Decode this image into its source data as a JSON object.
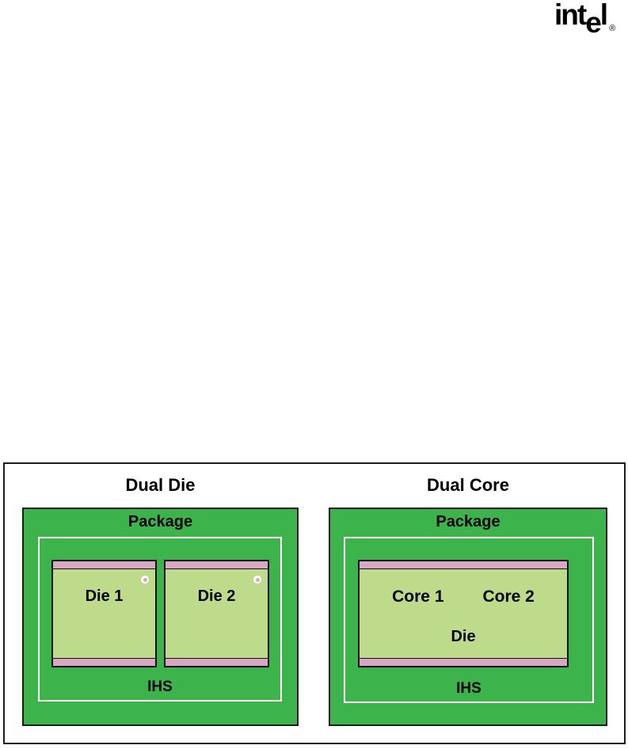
{
  "logo": {
    "part1": "int",
    "part2": "e",
    "part3": "l",
    "registered": "®"
  },
  "figure": {
    "left": {
      "title": "Dual Die",
      "package_label": "Package",
      "ihs_label": "IHS",
      "dies": [
        {
          "label": "Die 1"
        },
        {
          "label": "Die 2"
        }
      ]
    },
    "right": {
      "title": "Dual Core",
      "package_label": "Package",
      "core1_label": "Core 1",
      "core2_label": "Core 2",
      "die_label": "Die",
      "ihs_label": "IHS"
    },
    "colors": {
      "package_green": "#3CB44B",
      "die_light_green": "#BEDB8C",
      "substrate_pink": "#D9A7C3",
      "ihs_outline_white": "#FFFFFF",
      "border_black": "#1C1C1C"
    }
  }
}
